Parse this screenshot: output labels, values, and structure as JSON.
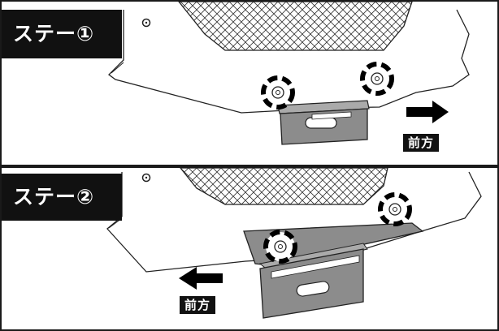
{
  "panels": [
    {
      "title": "ステー①",
      "direction_label": "前方",
      "arrow_direction": "right"
    },
    {
      "title": "ステー②",
      "direction_label": "前方",
      "arrow_direction": "left"
    }
  ],
  "colors": {
    "frame": "#1a1a1a",
    "label_bg": "#111111",
    "label_text": "#ffffff",
    "bracket_fill": "#8c8c8c"
  }
}
